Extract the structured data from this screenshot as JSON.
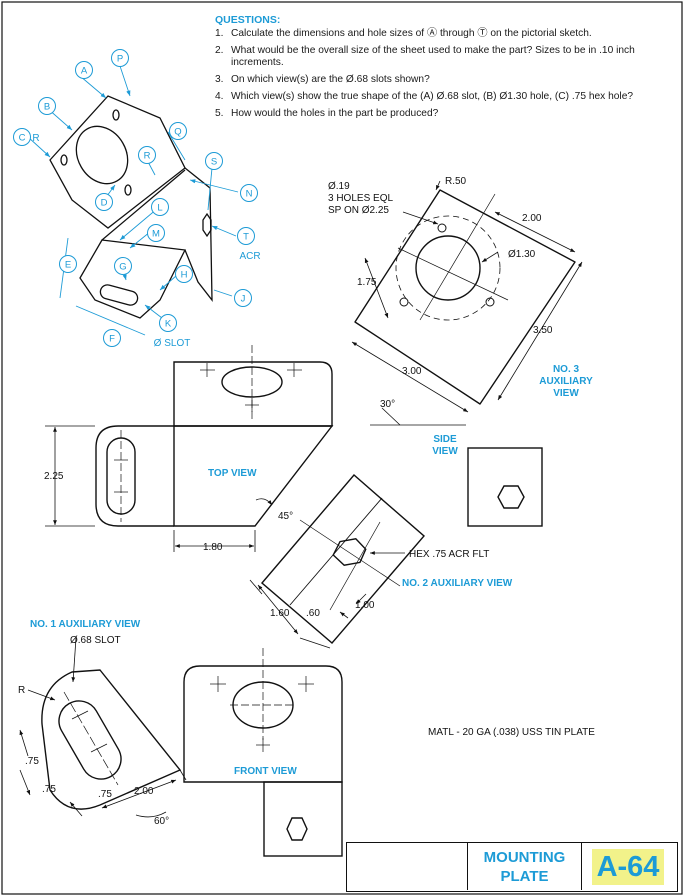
{
  "questions": {
    "heading": "QUESTIONS:",
    "items": [
      {
        "num": "1.",
        "text": "Calculate the dimensions and hole sizes of Ⓐ through Ⓣ on the pictorial sketch."
      },
      {
        "num": "2.",
        "text": "What would be the overall size of the sheet used to make the part? Sizes to be in .10 inch increments."
      },
      {
        "num": "3.",
        "text": "On which view(s) are the Ø.68 slots shown?"
      },
      {
        "num": "4.",
        "text": "Which view(s) show the true shape of the (A) Ø.68 slot, (B) Ø1.30 hole, (C) .75 hex hole?"
      },
      {
        "num": "5.",
        "text": "How would the holes in the part be produced?"
      }
    ]
  },
  "pictorial": {
    "callouts": [
      "A",
      "B",
      "C",
      "D",
      "E",
      "F",
      "G",
      "H",
      "J",
      "K",
      "L",
      "M",
      "N",
      "P",
      "Q",
      "R",
      "S",
      "T"
    ],
    "r_label": "R",
    "acr_label": "ACR",
    "slot_label": "Ø SLOT"
  },
  "aux3": {
    "note_line1": "Ø.19",
    "note_line2": "3 HOLES EQL",
    "note_line3": "SP ON Ø2.25",
    "radius": "R.50",
    "dim_width": "2.00",
    "dim_hole": "Ø1.30",
    "dim_175": "1.75",
    "dim_350": "3.50",
    "dim_300": "3.00",
    "angle": "30°",
    "view_label_1": "NO. 3",
    "view_label_2": "AUXILIARY",
    "view_label_3": "VIEW"
  },
  "side_view": {
    "label_1": "SIDE",
    "label_2": "VIEW"
  },
  "top_view": {
    "label": "TOP VIEW",
    "dim_225": "2.25",
    "dim_180": "1.80",
    "angle": "45°"
  },
  "aux2": {
    "hex_note": "HEX .75 ACR FLT",
    "label": "NO. 2 AUXILIARY VIEW",
    "dim_160": "1.60",
    "dim_60": ".60",
    "dim_100": "1.00"
  },
  "aux1": {
    "label": "NO. 1 AUXILIARY VIEW",
    "slot_note": "Ø.68 SLOT",
    "r_label": "R",
    "dim_75a": ".75",
    "dim_75b": ".75",
    "dim_75c": ".75",
    "dim_200": "2.00",
    "angle": "60°"
  },
  "front_view": {
    "label": "FRONT VIEW"
  },
  "material": "MATL - 20 GA (.038) USS TIN PLATE",
  "title_block": {
    "title_line1": "MOUNTING",
    "title_line2": "PLATE",
    "number": "A-64"
  },
  "colors": {
    "accent": "#1d9bd6",
    "highlight": "#f2f28a",
    "line": "#111111"
  }
}
